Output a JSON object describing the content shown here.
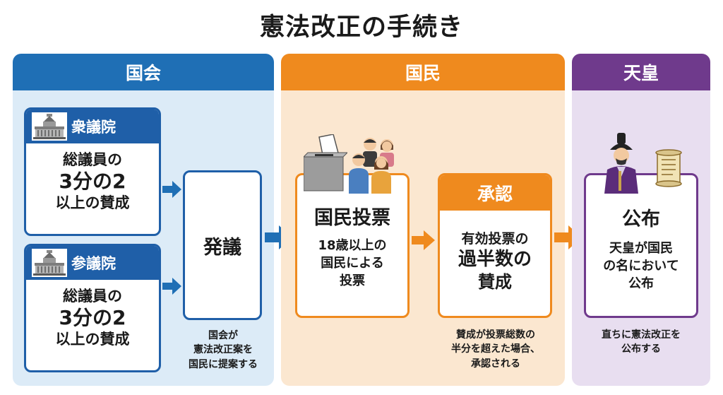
{
  "title": "憲法改正の手続き",
  "columns": {
    "diet": {
      "label": "国会"
    },
    "people": {
      "label": "国民"
    },
    "emperor": {
      "label": "天皇"
    }
  },
  "diet": {
    "house_of_representatives": {
      "name": "衆議院",
      "line1": "総議員の",
      "line2": "3分の2",
      "line3": "以上の賛成"
    },
    "house_of_councillors": {
      "name": "参議院",
      "line1": "総議員の",
      "line2": "3分の2",
      "line3": "以上の賛成"
    },
    "initiation": {
      "label": "発議"
    },
    "initiation_note": [
      "国会が",
      "憲法改正案を",
      "国民に提案する"
    ]
  },
  "people": {
    "referendum": {
      "title": "国民投票",
      "lines": [
        "18歳以上の",
        "国民による",
        "投票"
      ]
    },
    "approval": {
      "header": "承認",
      "lines": [
        "有効投票の",
        "過半数の",
        "賛成"
      ]
    },
    "approval_note": [
      "賛成が投票総数の",
      "半分を超えた場合、",
      "承認される"
    ]
  },
  "emperor": {
    "promulgation": {
      "title": "公布",
      "lines": [
        "天皇が国民",
        "の名において",
        "公布"
      ]
    },
    "promulgation_note": [
      "直ちに憲法改正を",
      "公布する"
    ]
  },
  "colors": {
    "diet": "#1f6fb5",
    "people": "#ef8a1e",
    "emperor": "#6f3a8c"
  },
  "icons": [
    "parliament-building-icon",
    "ballot-box-icon",
    "citizens-icon",
    "emperor-icon",
    "scroll-icon",
    "arrow-right-icon"
  ]
}
